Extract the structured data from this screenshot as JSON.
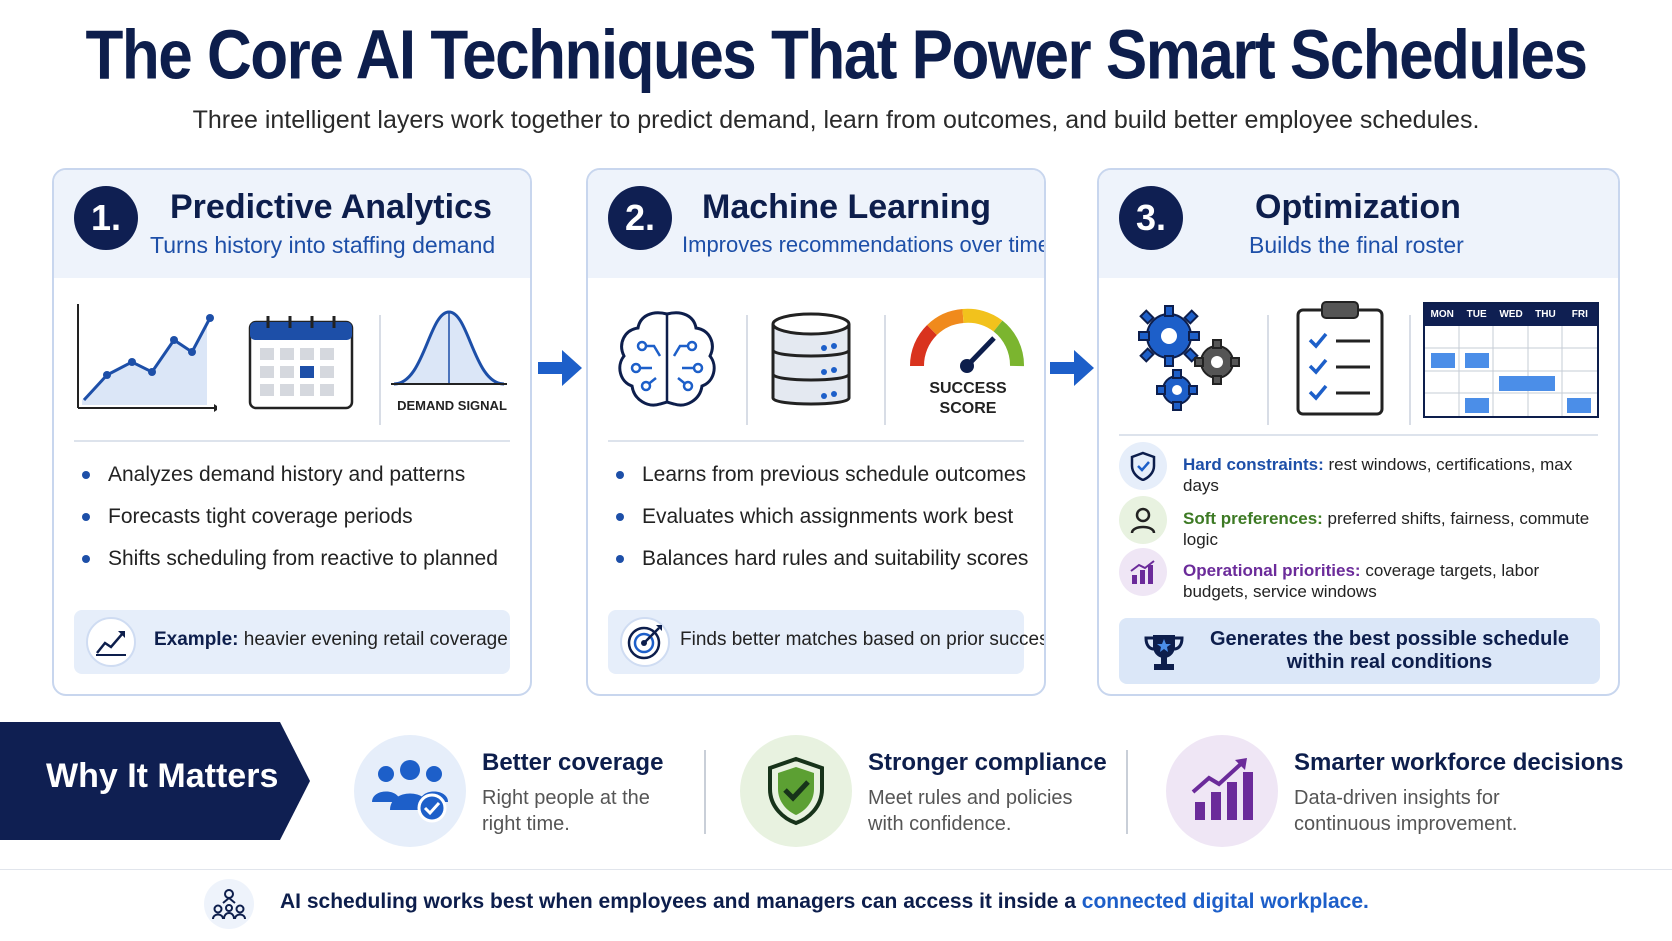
{
  "header": {
    "title": "The Core AI Techniques That Power Smart Schedules",
    "subtitle": "Three intelligent layers work together to predict demand, learn from outcomes, and build better employee schedules."
  },
  "cards": [
    {
      "number": "1.",
      "title": "Predictive Analytics",
      "subtitle": "Turns history into staffing demand",
      "icon_caption": "DEMAND SIGNAL",
      "bullets": [
        "Analyzes demand history and patterns",
        "Forecasts tight coverage periods",
        "Shifts scheduling from reactive to planned"
      ],
      "example_label": "Example:",
      "example_text": " heavier evening retail coverage"
    },
    {
      "number": "2.",
      "title": "Machine Learning",
      "subtitle": "Improves recommendations over time",
      "icon_caption_1": "SUCCESS",
      "icon_caption_2": "SCORE",
      "bullets": [
        "Learns from previous schedule outcomes",
        "Evaluates which assignments work best",
        "Balances hard rules and suitability scores"
      ],
      "example_text": "Finds better matches based on prior success"
    },
    {
      "number": "3.",
      "title": "Optimization",
      "subtitle": "Builds the final roster",
      "calendar_days": [
        "MON",
        "TUE",
        "WED",
        "THU",
        "FRI"
      ],
      "constraints": [
        {
          "label": "Hard constraints:",
          "text": " rest windows, certifications, max days"
        },
        {
          "label": "Soft preferences:",
          "text": " preferred shifts, fairness, commute logic"
        },
        {
          "label": "Operational priorities:",
          "text": " coverage targets, labor budgets, service windows"
        }
      ],
      "final_text": "Generates the best possible schedule within real conditions"
    }
  ],
  "why": {
    "banner": "Why It Matters",
    "benefits": [
      {
        "title": "Better coverage",
        "desc": "Right people at the right time."
      },
      {
        "title": "Stronger compliance",
        "desc": "Meet rules and policies with confidence."
      },
      {
        "title": "Smarter workforce decisions",
        "desc": "Data-driven insights for continuous improvement."
      }
    ]
  },
  "footer": {
    "text": "AI scheduling works best when employees and managers can access it inside a ",
    "link": "connected digital workplace."
  },
  "colors": {
    "navy": "#0f1f52",
    "blue": "#1d4fa8",
    "green": "#3d7a24",
    "purple": "#6b2b9a"
  }
}
